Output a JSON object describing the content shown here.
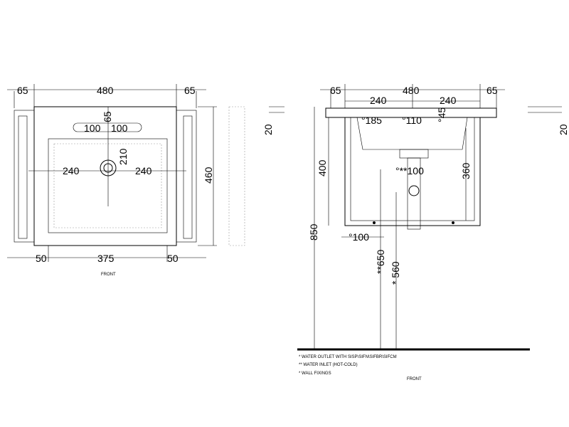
{
  "front_view": {
    "dims": {
      "left_margin": "65",
      "width": "480",
      "right_margin": "65",
      "tap_left": "100",
      "tap_top": "65",
      "tap_right": "100",
      "drain_depth": "210",
      "drain_left": "240",
      "drain_right": "240",
      "height": "460",
      "bottom_left": "50",
      "bottom_width": "375",
      "bottom_right": "50"
    },
    "caption": "FRONT"
  },
  "side_view": {
    "thickness_left": "20",
    "thickness_right": "20"
  },
  "section_view": {
    "dims": {
      "left_margin": "65",
      "width": "480",
      "right_margin": "65",
      "half_left": "240",
      "half_right": "240",
      "hole_185": "°185",
      "hole_110": "°110",
      "hole_45": "°45",
      "height_400": "400",
      "inlet_spacing": "°**100",
      "height_360": "360",
      "height_850": "850",
      "fixing_100": "°100",
      "inlet_height": "**650",
      "outlet_height": "* 560"
    },
    "notes": [
      "*  WATER OUTLET WITH SISP\\SIFN\\SIFBR\\SIFCM",
      "** WATER INLET  (HOT-COLD)",
      "* WALL FIXINGS"
    ],
    "caption": "FRONT"
  }
}
